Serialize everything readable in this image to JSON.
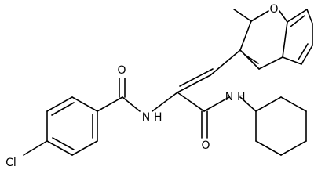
{
  "structure": {
    "atoms": {
      "oxygen_pyran": "O",
      "oxygen_amide": "O",
      "oxygen_benzamide": "O",
      "nitrogen_benzamide": "N",
      "hydrogen_benzamide": "H",
      "nitrogen_amide": "N",
      "hydrogen_amide": "H",
      "chlorine": "Cl"
    }
  }
}
